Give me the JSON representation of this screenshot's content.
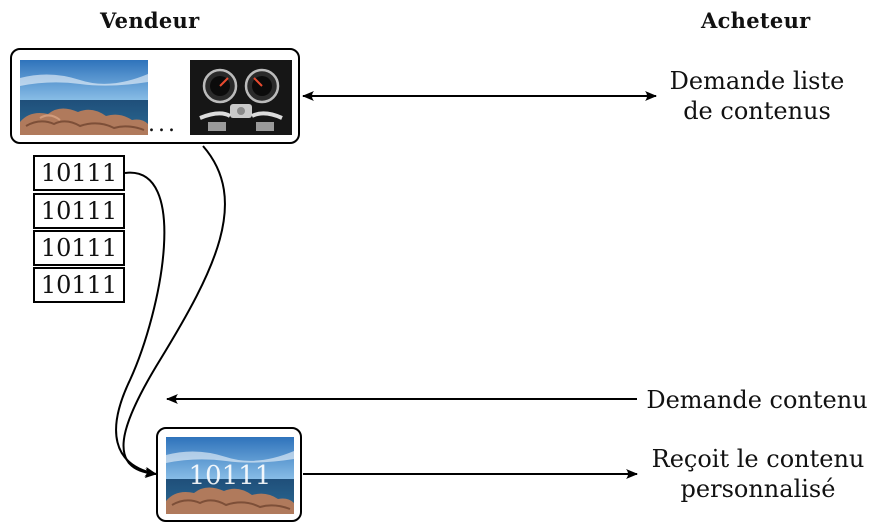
{
  "headers": {
    "seller": "Vendeur",
    "buyer": "Acheteur"
  },
  "catalog": {
    "ellipsis": "..."
  },
  "bit_blocks": [
    "10111",
    "10111",
    "10111",
    "10111"
  ],
  "messages": {
    "request_list_line1": "Demande liste",
    "request_list_line2": "de contenus",
    "request_content": "Demande contenu",
    "receive_line1": "Reçoit le contenu",
    "receive_line2": "personnalisé"
  },
  "watermark": "10111",
  "colors": {
    "sky": "#3b86c9",
    "sea": "#1f4f7a",
    "rock": "#b07a5c",
    "ink": "#000000"
  }
}
